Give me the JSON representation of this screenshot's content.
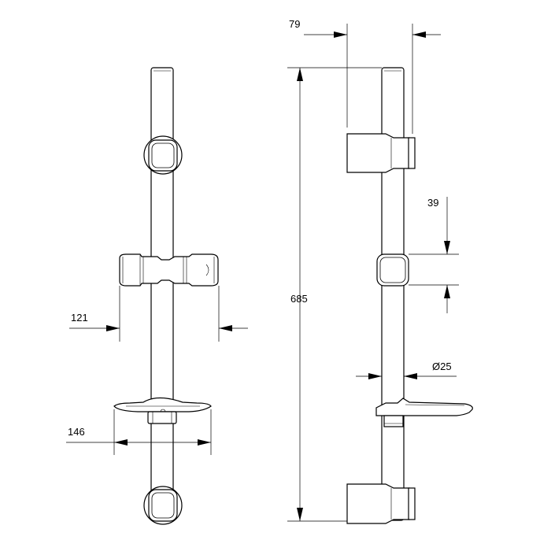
{
  "dimensions": {
    "bracket_depth": "79",
    "overall_height": "685",
    "slider_spacing": "39",
    "rail_diameter": "Ø25",
    "slider_width": "121",
    "soap_dish_width": "146"
  },
  "colors": {
    "line": "#000000",
    "background": "#ffffff"
  }
}
